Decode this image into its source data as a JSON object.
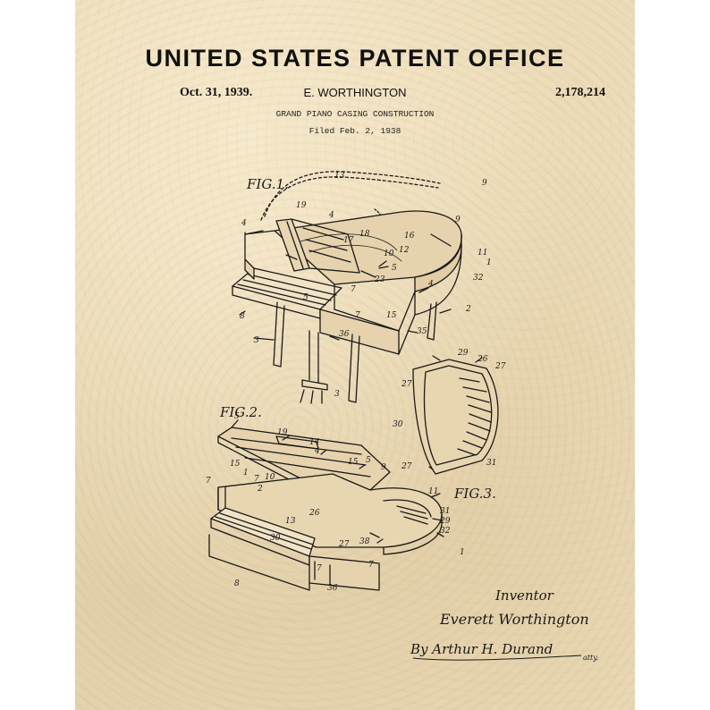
{
  "header": {
    "office": "UNITED STATES PATENT OFFICE",
    "date": "Oct. 31, 1939.",
    "inventor": "E. WORTHINGTON",
    "patent_number": "2,178,214",
    "title": "GRAND PIANO CASING CONSTRUCTION",
    "filed": "Filed Feb. 2, 1938"
  },
  "figures": {
    "fig1": "FIG.1.",
    "fig2": "FIG.2.",
    "fig3": "FIG.3."
  },
  "signature": {
    "label": "Inventor",
    "inventor_name": "Everett Worthington",
    "attorney": "By Arthur H. Durand",
    "attorney_suffix": "atty."
  },
  "colors": {
    "paper": "#ecdcb9",
    "ink": "#1a1a1a"
  }
}
